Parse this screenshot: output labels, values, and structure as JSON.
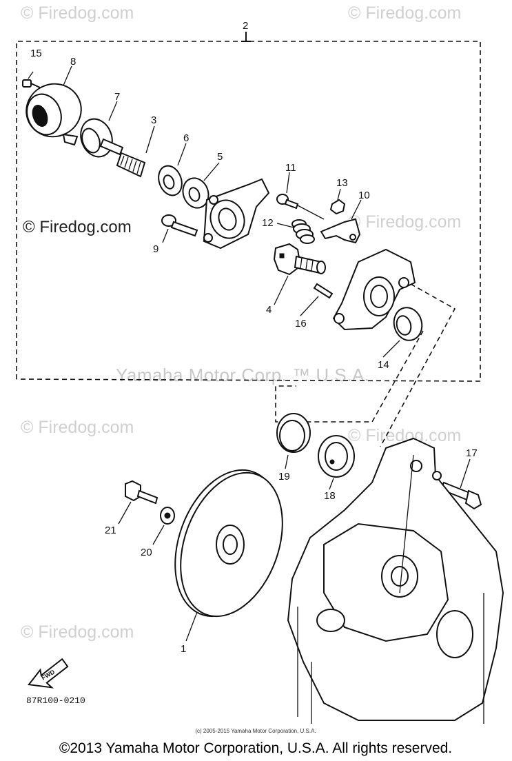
{
  "watermark": {
    "text": "© Firedog.com",
    "trademark": "Yamaha Motor Corp. ™ U.S.A."
  },
  "callouts": {
    "c1": "1",
    "c2": "2",
    "c3": "3",
    "c4": "4",
    "c5": "5",
    "c6": "6",
    "c7": "7",
    "c8": "8",
    "c9": "9",
    "c10": "10",
    "c11": "11",
    "c12": "12",
    "c13": "13",
    "c14": "14",
    "c15": "15",
    "c16": "16",
    "c17": "17",
    "c18": "18",
    "c19": "19",
    "c20": "20",
    "c21": "21"
  },
  "fwd_label": "FWD",
  "drawing_code": "87R100-0210",
  "small_copyright": "(c) 2005-2015 Yamaha Motor Corporation, U.S.A.",
  "footer_copyright": "©2013 Yamaha Motor Corporation, U.S.A. All rights reserved."
}
